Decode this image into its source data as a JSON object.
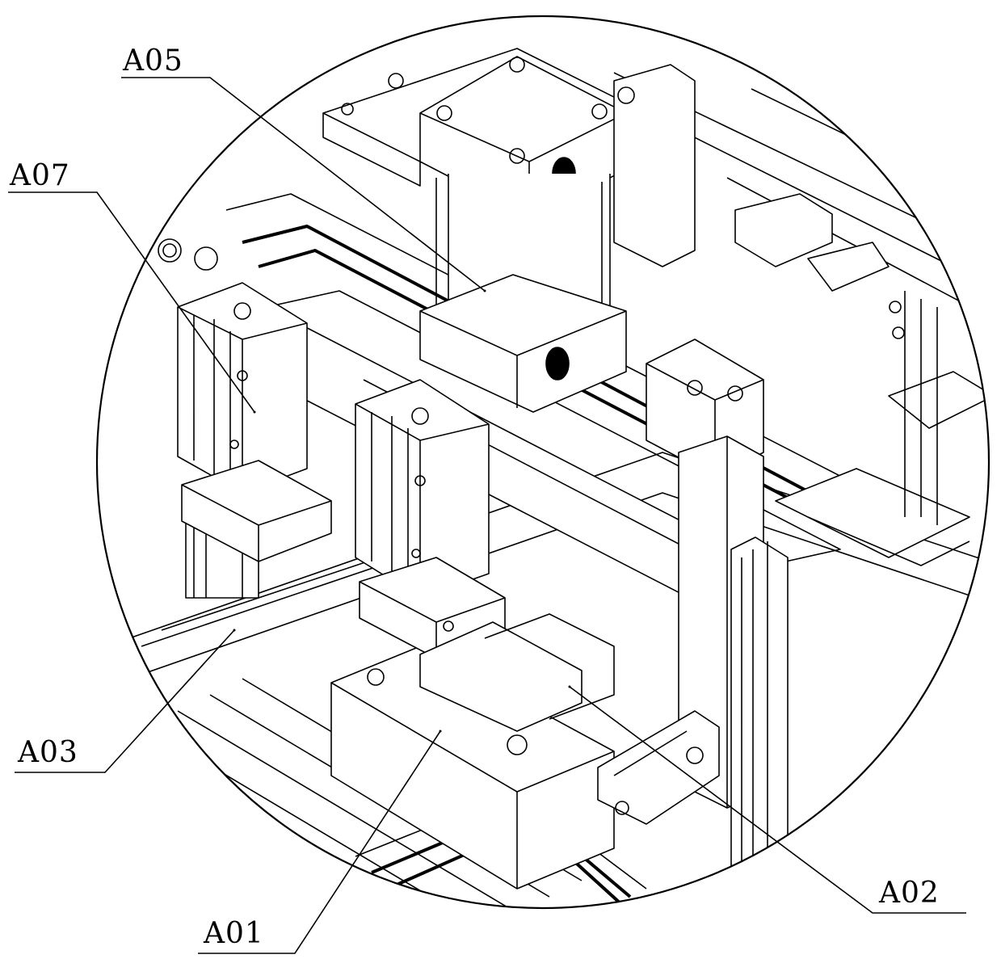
{
  "figure": {
    "labels": {
      "a05": "A05",
      "a07": "A07",
      "a03": "A03",
      "a01": "A01",
      "a02": "A02"
    }
  }
}
